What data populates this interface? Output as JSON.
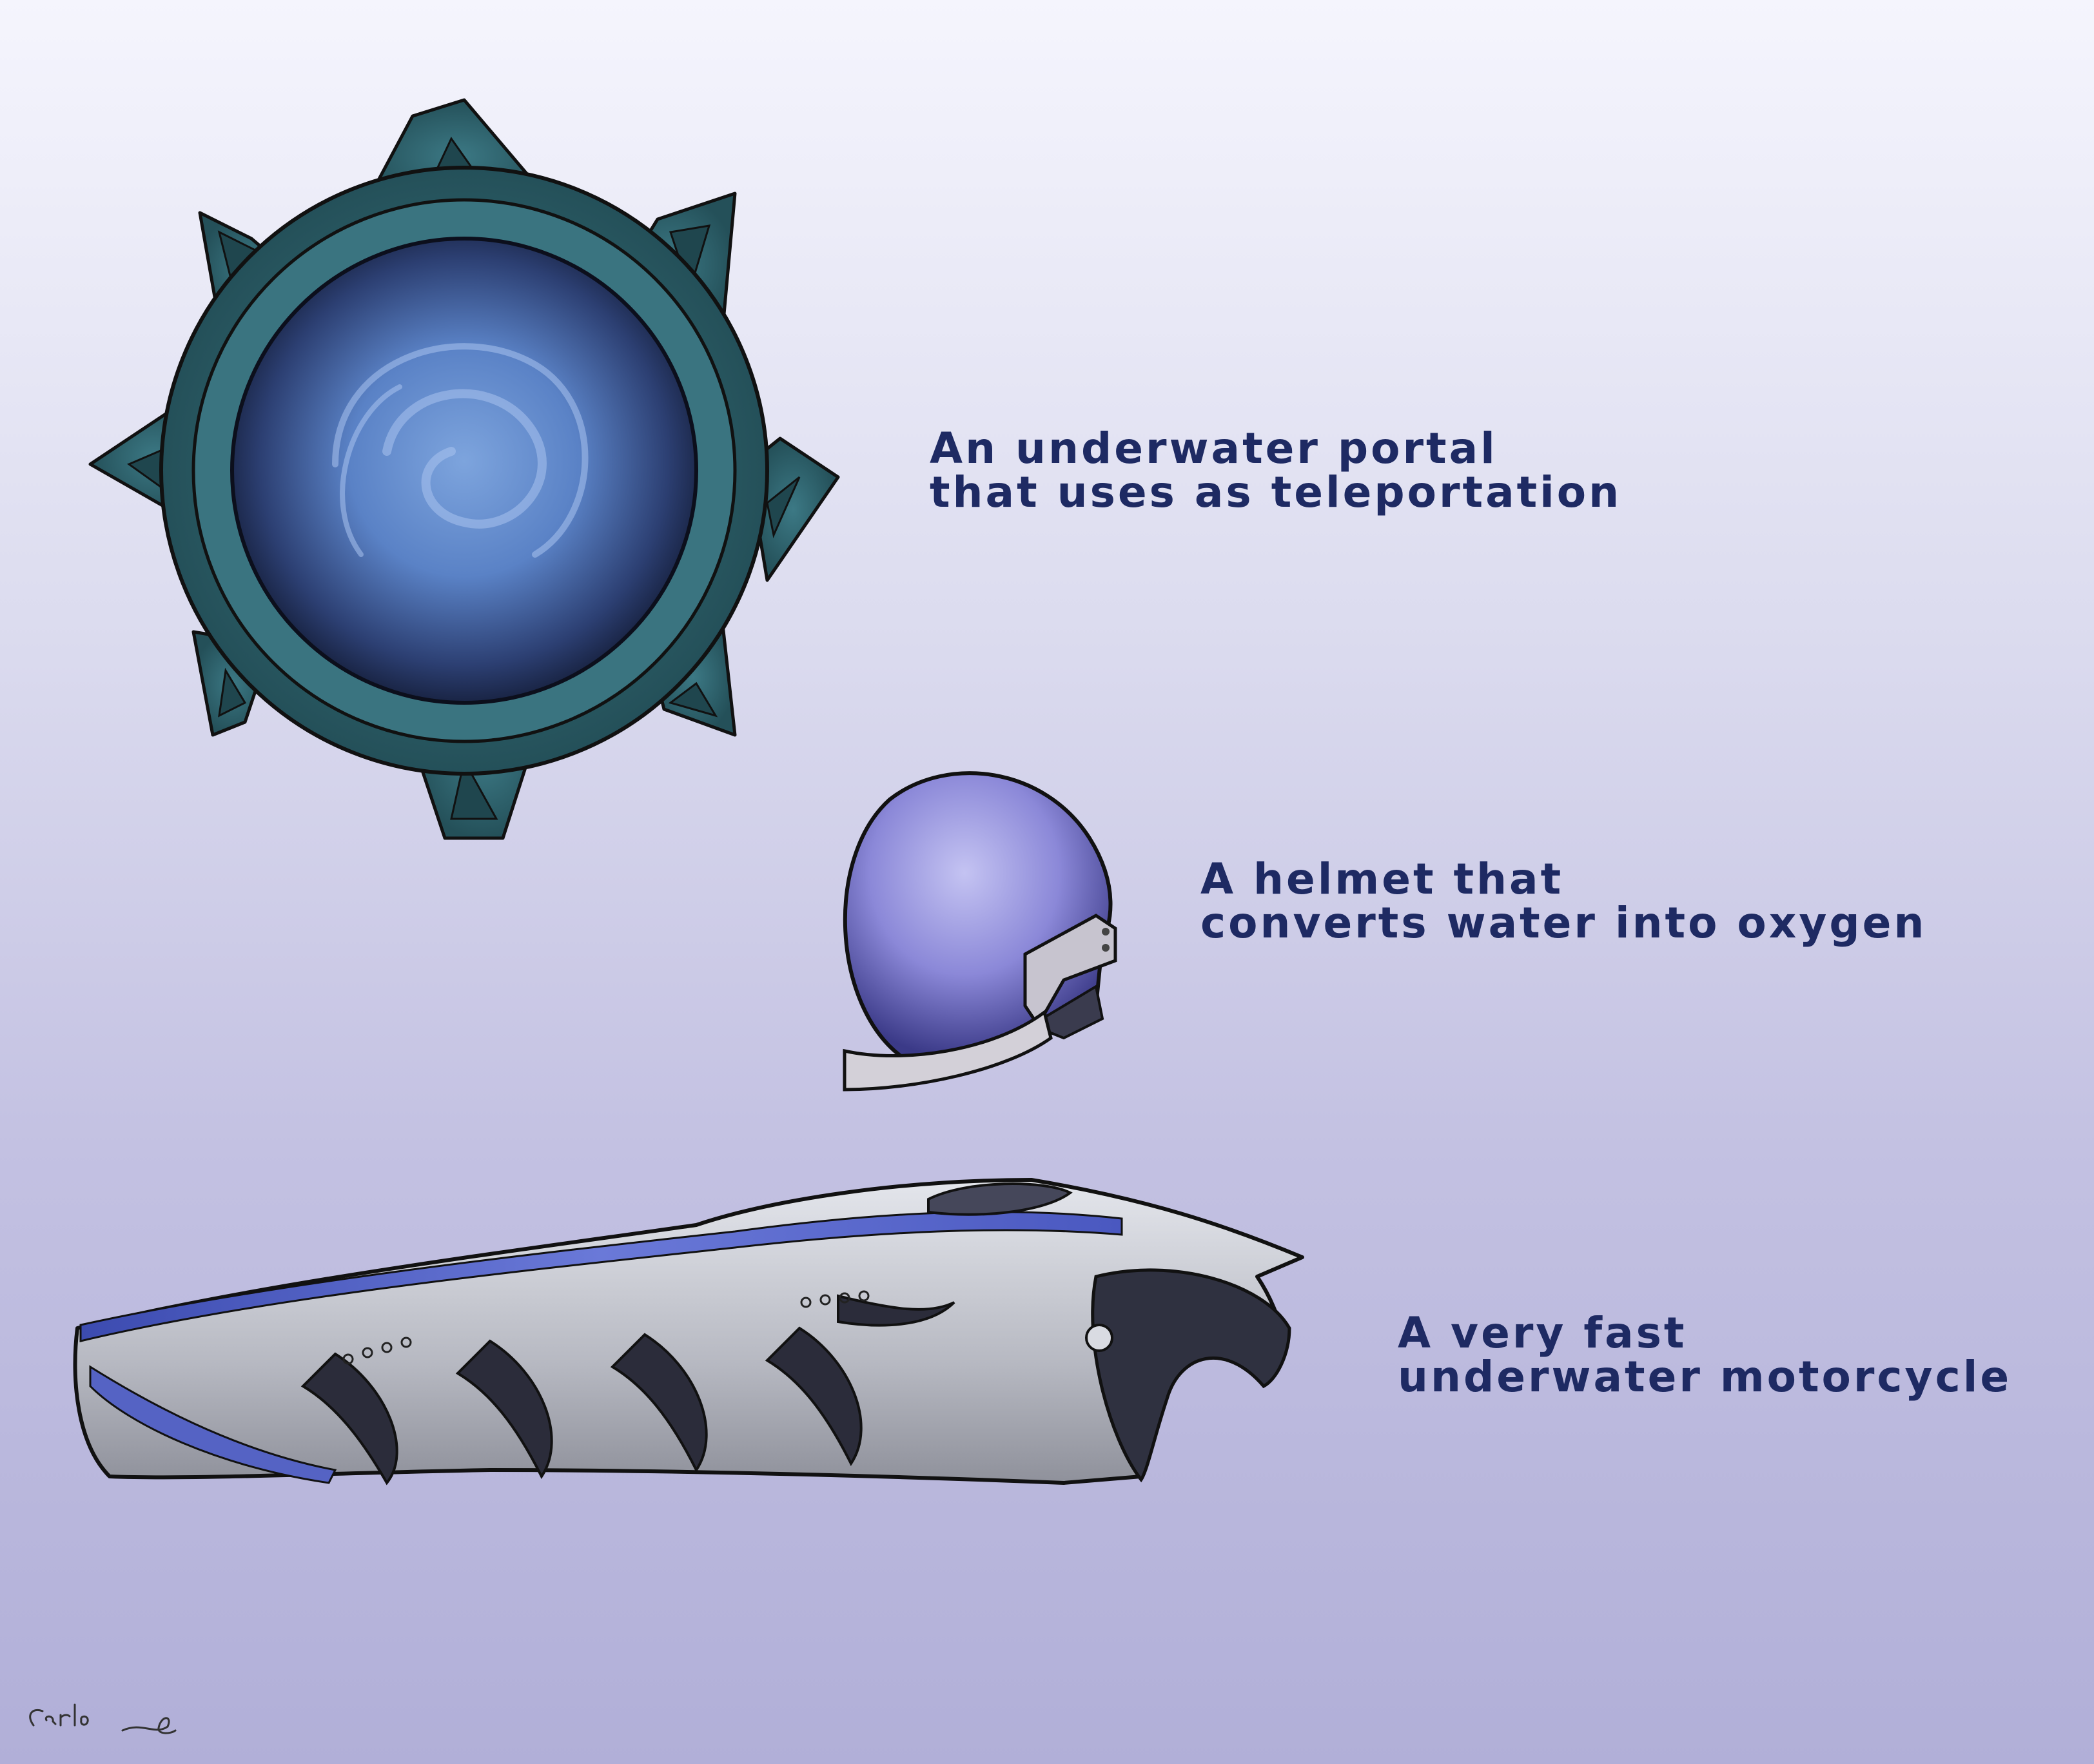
{
  "items": [
    {
      "name": "portal",
      "lines": [
        "An underwater portal",
        "that uses as teleportation"
      ]
    },
    {
      "name": "helmet",
      "lines": [
        "A helmet that",
        "converts water into oxygen"
      ]
    },
    {
      "name": "motorcycle",
      "lines": [
        "A very fast",
        "underwater motorcycle"
      ]
    }
  ],
  "signature": {
    "name": "Carlo"
  },
  "colors": {
    "text": "#1e2a63",
    "portal_frame": "#2f5f6a",
    "portal_core": "#4a74b8",
    "helmet": "#8a86d6",
    "motorcycle_body": "#c9cbd3",
    "motorcycle_stripe": "#5867c8"
  }
}
